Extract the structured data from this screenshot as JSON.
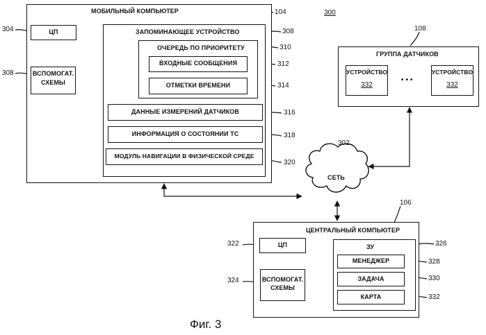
{
  "figure": {
    "ref_main": "300",
    "caption": "Фиг. 3"
  },
  "mobile": {
    "title": "МОБИЛЬНЫЙ КОМПЬЮТЕР",
    "ref": "104",
    "cpu": {
      "label": "ЦП",
      "ref": "304"
    },
    "aux": {
      "line1": "ВСПОМОГАТ.",
      "line2": "СХЕМЫ",
      "ref": "308"
    },
    "memory": {
      "title": "ЗАПОМИНАЮЩЕЕ УСТРОЙСТВО",
      "ref": "308",
      "queue": {
        "title": "ОЧЕРЕДЬ ПО ПРИОРИТЕТУ",
        "ref": "310",
        "items": [
          {
            "label": "ВХОДНЫЕ СООБЩЕНИЯ",
            "ref": "312"
          },
          {
            "label": "ОТМЕТКИ ВРЕМЕНИ",
            "ref": "314"
          }
        ]
      },
      "blocks": [
        {
          "label": "ДАННЫЕ ИЗМЕРЕНИЙ ДАТЧИКОВ",
          "ref": "316"
        },
        {
          "label": "ИНФОРМАЦИЯ О СОСТОЯНИИ ТС",
          "ref": "318"
        },
        {
          "label": "МОДУЛЬ НАВИГАЦИИ В ФИЗИЧЕСКОЙ СРЕДЕ",
          "ref": "320"
        }
      ]
    }
  },
  "sensors": {
    "title": "ГРУППА ДАТЧИКОВ",
    "ref": "108",
    "device_label": "УСТРОЙСТВО",
    "device_ref": "332",
    "ellipsis": "• • •"
  },
  "network": {
    "label": "СЕТЬ",
    "ref": "302"
  },
  "central": {
    "title": "ЦЕНТРАЛЬНЫЙ КОМПЬЮТЕР",
    "ref": "106",
    "cpu": {
      "label": "ЦП",
      "ref": "322"
    },
    "aux": {
      "line1": "ВСПОМОГАТ.",
      "line2": "СХЕМЫ",
      "ref": "324"
    },
    "memory": {
      "title": "ЗУ",
      "ref": "326",
      "items": [
        {
          "label": "МЕНЕДЖЕР",
          "ref": "328"
        },
        {
          "label": "ЗАДАЧА",
          "ref": "330"
        },
        {
          "label": "КАРТА",
          "ref": "332"
        }
      ]
    }
  }
}
